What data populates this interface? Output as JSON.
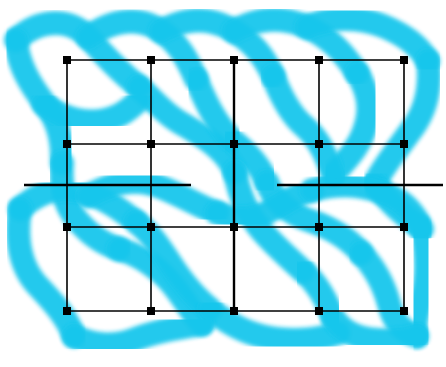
{
  "diagram": {
    "description_visible_text": "",
    "colors": {
      "background": "#ffffff",
      "knot_band": "#19c6ec",
      "grid_line": "#000000",
      "node": "#000000"
    },
    "grid": {
      "columns": 5,
      "rows": 4,
      "dot_count": 20
    },
    "knot": {
      "style": "celtic-interlace",
      "segment_count": 40
    },
    "break_lines": {
      "count": 2,
      "position": "middle-row"
    },
    "emphasized_vertical_breaks": {
      "count": 1,
      "column": 3
    }
  }
}
